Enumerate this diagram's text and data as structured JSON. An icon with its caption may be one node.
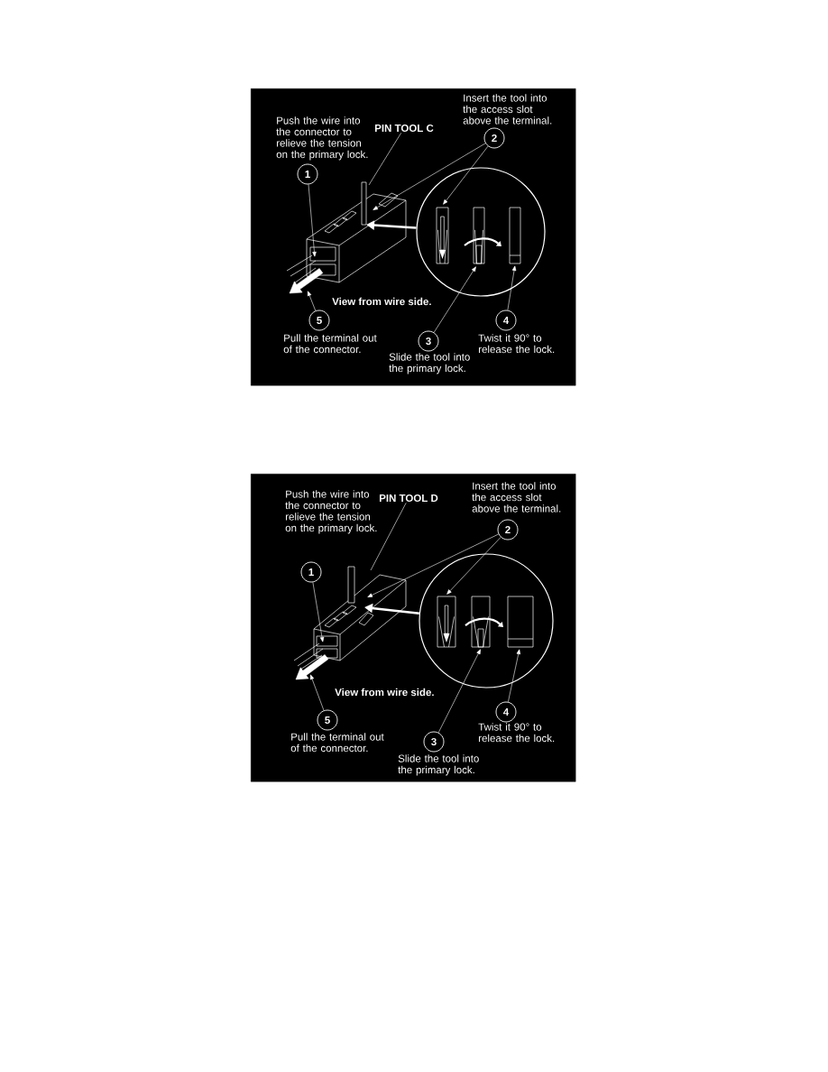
{
  "diagram": {
    "nodes": [
      {
        "text": [],
        "shape": "box"
      },
      {
        "text": [
          "1"
        ],
        "beside": [
          "Push the wire into the connector to relieve the tension on the primary lock."
        ],
        "in": 0
      },
      {
        "text": [
          "PIN TOOL C"
        ],
        "in": 0
      },
      {
        "text": [
          "2"
        ],
        "beside": [
          "Insert the tool into the access slot above the terminal."
        ],
        "in": 0
      },
      {
        "text": [],
        "shape": "circle",
        "in": 0
      },
      {
        "text": [
          "5"
        ],
        "beside": [
          "Pull the terminal out of the connector."
        ],
        "in": 0
      },
      {
        "text": [
          "3"
        ],
        "beside": [
          "Slide the tool into the primary lock."
        ],
        "in": 0
      },
      {
        "text": [
          "4"
        ],
        "beside": [
          "Twist it 90° to release the lock."
        ],
        "in": 0
      },
      {
        "text": [],
        "shape": "box"
      },
      {
        "text": [
          "1"
        ],
        "in": 8
      },
      {
        "text": [
          "PIN TOOL D"
        ],
        "in": 8
      },
      {
        "text": [
          "2"
        ],
        "beside": [
          "Insert the tool into the access slot above the terminal."
        ],
        "in": 8
      },
      {
        "text": [],
        "shape": "circle",
        "in": 8
      },
      {
        "text": [
          "5"
        ],
        "beside": [
          "Pull the terminal out of the connector."
        ],
        "in": 8
      },
      {
        "text": [
          "3"
        ],
        "beside": [
          "Slide the tool into the primary lock."
        ],
        "in": 8
      },
      {
        "text": [
          "4"
        ],
        "beside": [
          "Twist it 90° to release the lock."
        ],
        "in": 8
      }
    ],
    "edges": [
      {
        "from": 2,
        "to": null,
        "arrow": "none"
      },
      {
        "from": 1,
        "to": null,
        "arrow": "to"
      },
      {
        "from": 3,
        "to": null,
        "arrow": "to"
      },
      {
        "from": 3,
        "to": 4,
        "arrow": "to"
      },
      {
        "from": 4,
        "to": null,
        "arrow": "to",
        "style": "thick"
      },
      {
        "from": 6,
        "to": 4,
        "arrow": "to"
      },
      {
        "from": 7,
        "to": 4,
        "arrow": "to"
      },
      {
        "from": 5,
        "to": null,
        "arrow": "to"
      },
      {
        "from": 10,
        "to": null,
        "arrow": "none"
      },
      {
        "from": 9,
        "to": null,
        "arrow": "to"
      },
      {
        "from": 11,
        "to": null,
        "arrow": "to"
      },
      {
        "from": 11,
        "to": 12,
        "arrow": "to"
      },
      {
        "from": 12,
        "to": null,
        "arrow": "to",
        "style": "thick"
      },
      {
        "from": 14,
        "to": 12,
        "arrow": "to"
      },
      {
        "from": 15,
        "to": 12,
        "arrow": "to"
      },
      {
        "from": 13,
        "to": null,
        "arrow": "to"
      }
    ],
    "labels": [
      "View from wire side.",
      "Push the wire into the connector to relieve the tension on the primary lock.",
      "View from wire side."
    ]
  }
}
